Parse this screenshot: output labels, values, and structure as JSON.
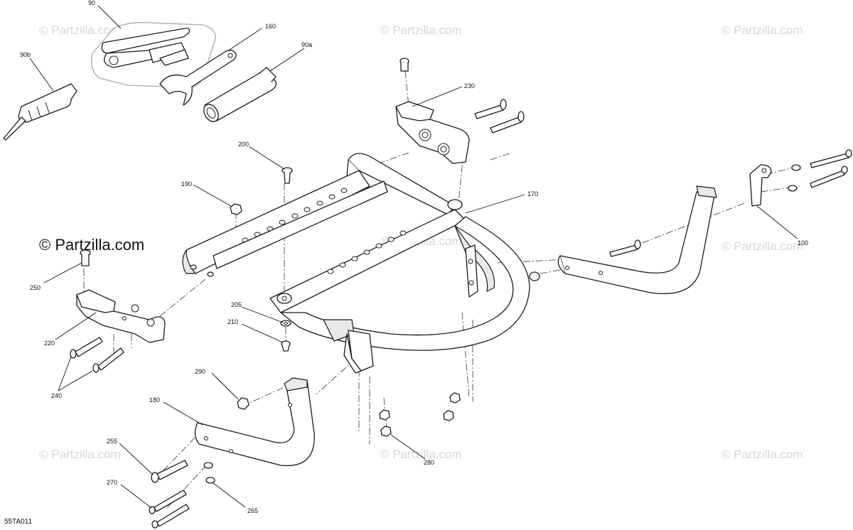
{
  "watermarks": [
    "© Partzilla.com",
    "© Partzilla.com",
    "© Partzilla.com",
    "© Partzilla.com",
    "© Partzilla.com",
    "© Partzilla.com",
    "© Partzilla.com",
    "© Partzilla.com"
  ],
  "brand": "© Partzilla.com",
  "diagram_code": "55TA011",
  "callouts": {
    "p90": "90",
    "p90b": "90b",
    "p160": "160",
    "p90a": "90a",
    "p230": "230",
    "p200": "200",
    "p190": "190",
    "p170": "170",
    "p100": "100",
    "p250": "250",
    "p220": "220",
    "p205": "205",
    "p210": "210",
    "p240": "240",
    "p290": "290",
    "p180": "180",
    "p255": "255",
    "p270": "270",
    "p265": "265",
    "p280": "280"
  }
}
